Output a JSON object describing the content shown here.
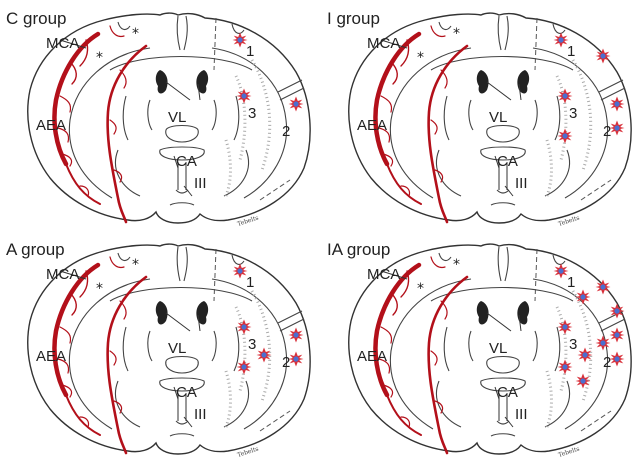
{
  "panels": [
    {
      "title": "C group",
      "labels": {
        "mca": "MCA",
        "aea": "AEA",
        "vl": "VL",
        "ca": "CA",
        "iii": "III",
        "r1": "1",
        "r2": "2",
        "r3": "3"
      },
      "signature": "Tebelts",
      "lesions": [
        {
          "region": "1",
          "count": 1
        },
        {
          "region": "3",
          "count": 1
        },
        {
          "region": "2",
          "count": 1
        }
      ]
    },
    {
      "title": "I group",
      "labels": {
        "mca": "MCA",
        "aea": "AEA",
        "vl": "VL",
        "ca": "CA",
        "iii": "III",
        "r1": "1",
        "r2": "2",
        "r3": "3"
      },
      "signature": "Tebelts",
      "lesions": [
        {
          "region": "1",
          "count": 2
        },
        {
          "region": "3",
          "count": 2
        },
        {
          "region": "2",
          "count": 2
        }
      ]
    },
    {
      "title": "A group",
      "labels": {
        "mca": "MCA",
        "aea": "AEA",
        "vl": "VL",
        "ca": "CA",
        "iii": "III",
        "r1": "1",
        "r2": "2",
        "r3": "3"
      },
      "signature": "Tebelts",
      "lesions": [
        {
          "region": "1",
          "count": 1
        },
        {
          "region": "3",
          "count": 3
        },
        {
          "region": "2",
          "count": 2
        }
      ]
    },
    {
      "title": "IA group",
      "labels": {
        "mca": "MCA",
        "aea": "AEA",
        "vl": "VL",
        "ca": "CA",
        "iii": "III",
        "r1": "1",
        "r2": "2",
        "r3": "3"
      },
      "signature": "Tebelts",
      "lesions": [
        {
          "region": "1",
          "count": 3
        },
        {
          "region": "3",
          "count": 5
        },
        {
          "region": "2",
          "count": 3
        }
      ]
    }
  ],
  "colors": {
    "vessel": "#b3101a",
    "lesion_outer": "#d8303a",
    "lesion_inner": "#4a6fd0",
    "outline": "#333333"
  },
  "icons": {
    "lesion": "star-lesion-icon",
    "infarct": "asterisk-infarct-icon"
  }
}
